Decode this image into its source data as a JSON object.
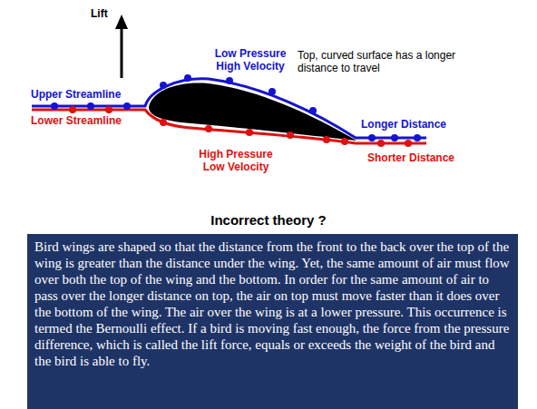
{
  "diagram": {
    "nodes": [
      {
        "text": [
          "Bird wings are shaped so that the distance from the front to the back over the top of the wing is greater than the distance under the wing. Yet, the same amount of air must flow over both the top of the wing and the bottom. In order for the same amount of air to pass over the longer distance on top, the air on top must move faster than it does over the bottom of the wing. The air over the wing is at a lower pressure. This occurrence is termed the Bernoulli effect. If a bird is moving fast enough, the force from the pressure difference, which is called the lift force, equals or exceeds the weight of the bird and the bird is able to fly."
        ]
      }
    ],
    "labels": [
      "Lift",
      "Low Pressure High Velocity",
      "Top, curved surface has a longer distance to travel",
      "Upper Streamline",
      "Lower Streamline",
      "Longer Distance",
      "High Pressure Low Velocity",
      "Shorter Distance",
      "Incorrect theory ?"
    ]
  }
}
